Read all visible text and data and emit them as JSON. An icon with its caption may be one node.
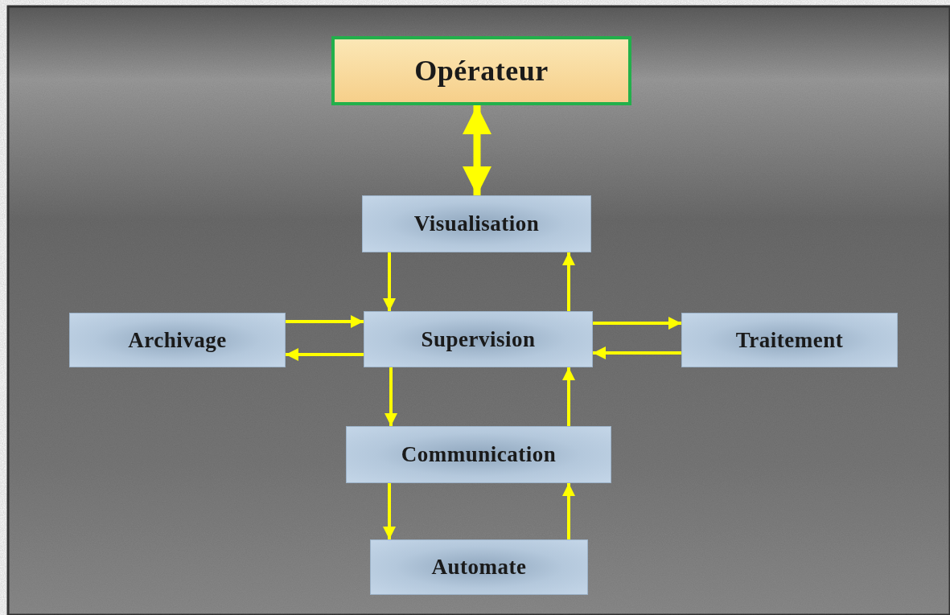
{
  "diagram": {
    "nodes": [
      {
        "text": [
          "Opérateur"
        ]
      },
      {
        "text": [
          "Visualisation"
        ]
      },
      {
        "text": [
          "Archivage"
        ]
      },
      {
        "text": [
          "Supervision"
        ]
      },
      {
        "text": [
          "Traitement"
        ]
      },
      {
        "text": [
          "Communication"
        ]
      },
      {
        "text": [
          "Automate"
        ]
      }
    ],
    "edges": [
      {
        "from": 0,
        "to": 1,
        "arrow": "both",
        "style": "thick"
      },
      {
        "from": 1,
        "to": 3,
        "arrow": "to"
      },
      {
        "from": 3,
        "to": 1,
        "arrow": "to"
      },
      {
        "from": 2,
        "to": 3,
        "arrow": "to"
      },
      {
        "from": 3,
        "to": 2,
        "arrow": "to"
      },
      {
        "from": 3,
        "to": 4,
        "arrow": "to"
      },
      {
        "from": 4,
        "to": 3,
        "arrow": "to"
      },
      {
        "from": 3,
        "to": 5,
        "arrow": "to"
      },
      {
        "from": 5,
        "to": 3,
        "arrow": "to"
      },
      {
        "from": 5,
        "to": 6,
        "arrow": "to"
      },
      {
        "from": 6,
        "to": 5,
        "arrow": "to"
      }
    ]
  }
}
